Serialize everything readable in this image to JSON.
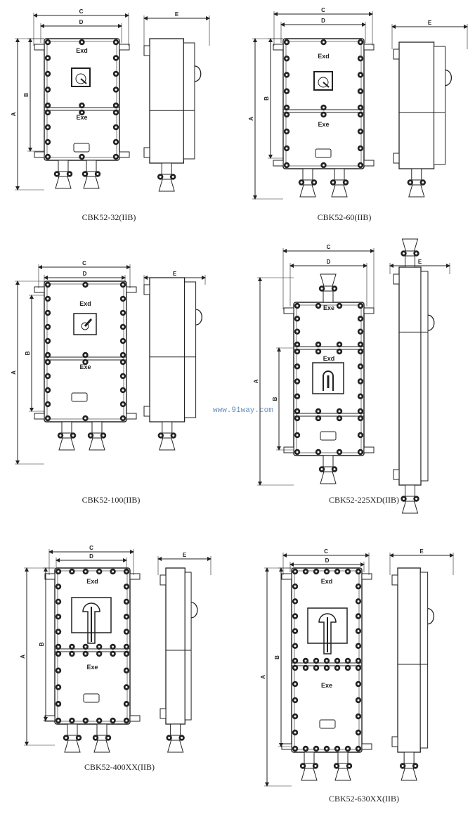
{
  "watermark": "www.91way.com",
  "colors": {
    "line": "#222222",
    "watermark": "#6a8fc0"
  },
  "panels": [
    {
      "caption": "CBK52-32(IIB)",
      "dims": {
        "A": "A",
        "B": "B",
        "C": "C",
        "D": "D",
        "E": "E"
      },
      "compartments": [
        "Exd",
        "Exe"
      ]
    },
    {
      "caption": "CBK52-60(IIB)",
      "dims": {
        "A": "A",
        "B": "B",
        "C": "C",
        "D": "D",
        "E": "E"
      },
      "compartments": [
        "Exd",
        "Exe"
      ]
    },
    {
      "caption": "CBK52-100(IIB)",
      "dims": {
        "A": "A",
        "B": "B",
        "C": "C",
        "D": "D",
        "E": "E"
      },
      "compartments": [
        "Exd",
        "Exe"
      ]
    },
    {
      "caption": "CBK52-225XD(IIB)",
      "dims": {
        "A": "A",
        "B": "B",
        "C": "C",
        "D": "D",
        "E": "E"
      },
      "compartments": [
        "Exe",
        "Exd"
      ]
    },
    {
      "caption": "CBK52-400XX(IIB)",
      "dims": {
        "A": "A",
        "B": "B",
        "C": "C",
        "D": "D",
        "E": "E"
      },
      "compartments": [
        "Exd",
        "Exe"
      ]
    },
    {
      "caption": "CBK52-630XX(IIB)",
      "dims": {
        "A": "A",
        "B": "B",
        "C": "C",
        "D": "D",
        "E": "E"
      },
      "compartments": [
        "Exd",
        "Exe"
      ]
    }
  ]
}
